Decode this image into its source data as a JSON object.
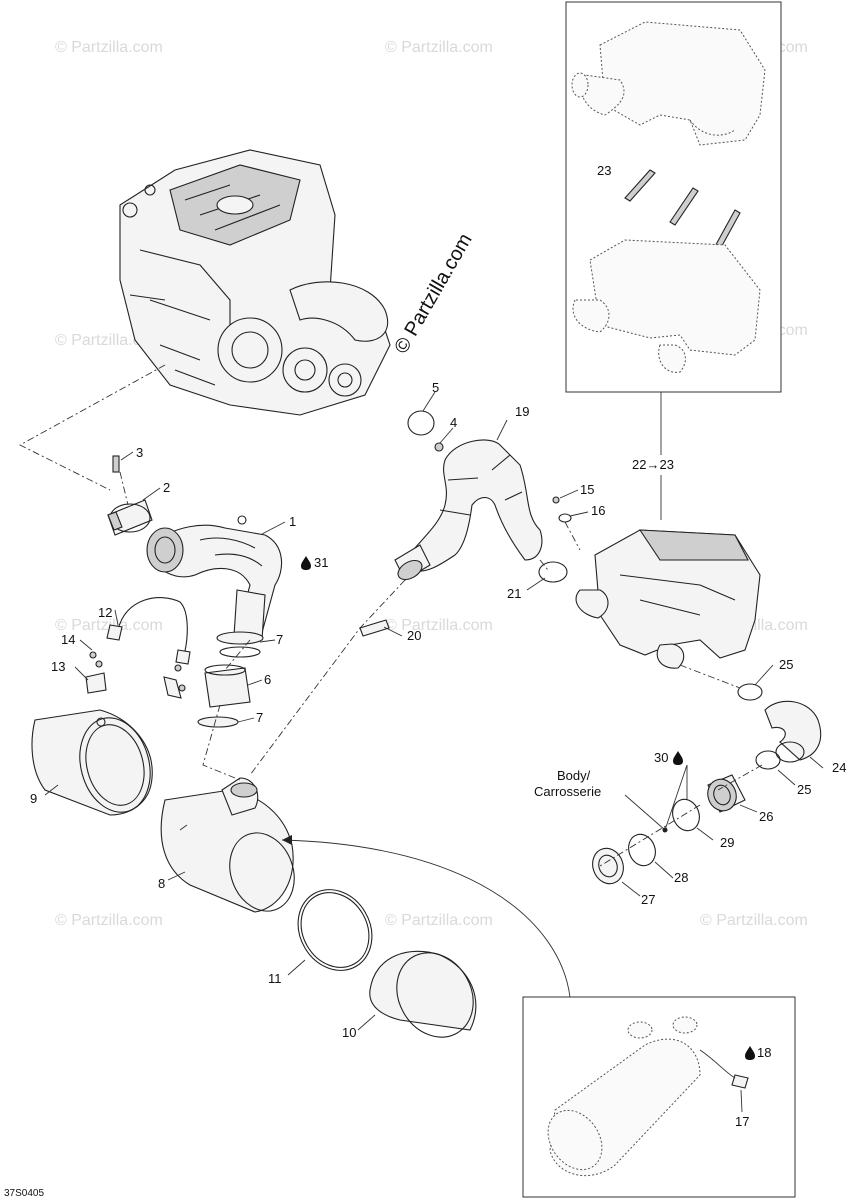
{
  "watermark": {
    "brand": "© Partzilla.com",
    "center": "© Partzilla.com"
  },
  "figure_code": "37S0405",
  "flow_label": "22→23",
  "body_label": [
    "Body/",
    "Carrosserie"
  ],
  "callouts": {
    "c1": "1",
    "c2": "2",
    "c3": "3",
    "c4": "4",
    "c5": "5",
    "c6": "6",
    "c7a": "7",
    "c7b": "7",
    "c8": "8",
    "c9": "9",
    "c10": "10",
    "c11": "11",
    "c12": "12",
    "c13": "13",
    "c14": "14",
    "c15": "15",
    "c16": "16",
    "c17": "17",
    "c18": "18",
    "c19": "19",
    "c20": "20",
    "c21": "21",
    "c23": "23",
    "c24": "24",
    "c25a": "25",
    "c25b": "25",
    "c26": "26",
    "c27": "27",
    "c28": "28",
    "c29": "29",
    "c30": "30",
    "c31": "31"
  },
  "icons": [
    "sealant-drop-icon"
  ]
}
